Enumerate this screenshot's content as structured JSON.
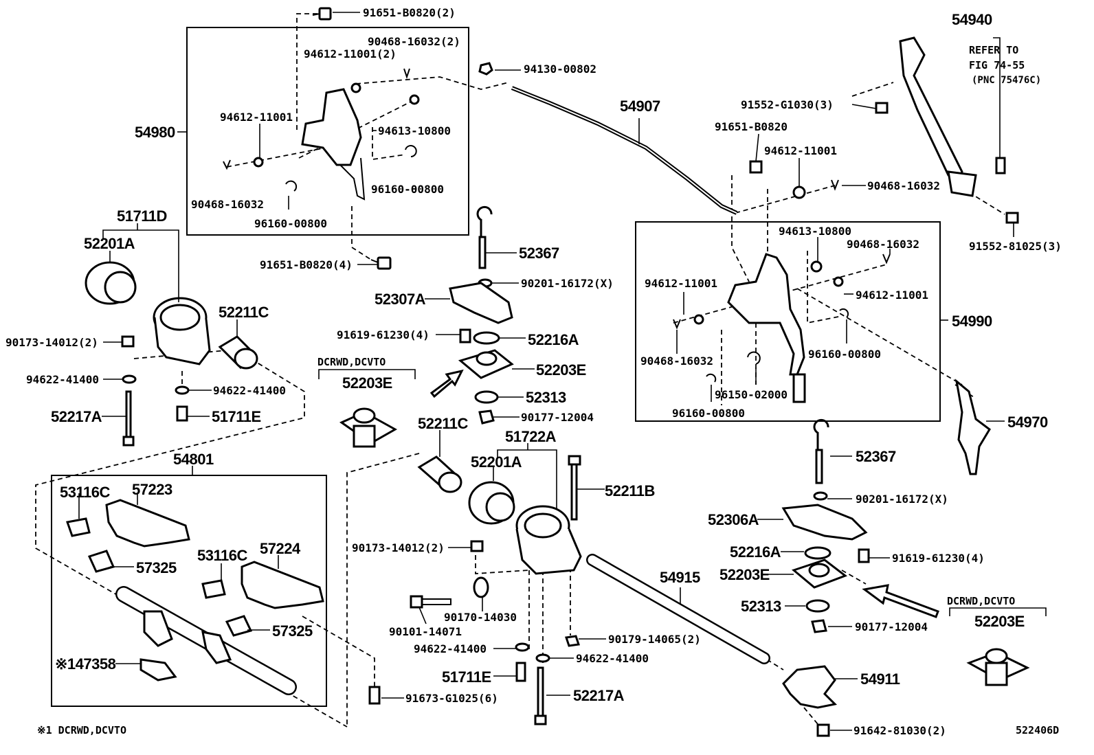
{
  "diagram": {
    "figure_number": "522406D",
    "footnote": "※1 DCRWD,DCVTO",
    "labels": {
      "p1": "91651-B0820(2)",
      "p2": "90468-16032(2)",
      "p3": "94612-11001(2)",
      "p4": "94130-00802",
      "p5": "54907",
      "p6": "54940",
      "p7a": "REFER TO",
      "p7b": "FIG 74-55",
      "p7c": "(PNC 75476C)",
      "p8": "54980",
      "p9": "94612-11001",
      "p10": "94613-10800",
      "p11": "96160-00800",
      "p12": "90468-16032",
      "p13": "96160-00800",
      "p14": "91651-B0820(4)",
      "p15": "91552-G1030(3)",
      "p16": "91651-B0820",
      "p17": "94612-11001",
      "p18": "90468-16032",
      "p19": "91552-81025(3)",
      "p20": "51711D",
      "p21": "52201A",
      "p22": "52211C",
      "p23": "90173-14012(2)",
      "p24": "94622-41400",
      "p25": "94622-41400",
      "p26": "52217A",
      "p27": "51711E",
      "p28": "52367",
      "p29": "90201-16172(X)",
      "p30": "52307A",
      "p31": "91619-61230(4)",
      "p32": "52216A",
      "p33": "DCRWD,DCVTO",
      "p34": "52203E",
      "p35": "52203E",
      "p36": "52313",
      "p37": "90177-12004",
      "p38": "94613-10800",
      "p39": "90468-16032",
      "p40": "94612-11001",
      "p41": "94612-11001",
      "p42": "54990",
      "p43": "90468-16032",
      "p44": "96160-00800",
      "p45": "96150-02000",
      "p46": "96160-00800",
      "p47": "54970",
      "p48": "54801",
      "p49": "52211C",
      "p50": "51722A",
      "p51": "52201A",
      "p52": "52211B",
      "p53": "53116C",
      "p54": "57223",
      "p55": "57325",
      "p56": "53116C",
      "p57": "57224",
      "p58": "57325",
      "p59": "※147358",
      "p60": "90173-14012(2)",
      "p61": "90170-14030",
      "p62": "90101-14071",
      "p63": "94622-41400",
      "p64": "51711E",
      "p65": "91673-G1025(6)",
      "p66": "90179-14065(2)",
      "p67": "94622-41400",
      "p68": "52217A",
      "p69": "54915",
      "p70": "54911",
      "p71": "91642-81030(2)",
      "p72": "52367",
      "p73": "90201-16172(X)",
      "p74": "52306A",
      "p75": "52216A",
      "p76": "91619-61230(4)",
      "p77": "52203E",
      "p78": "52313",
      "p79": "90177-12004",
      "p80": "DCRWD,DCVTO",
      "p81": "52203E"
    }
  }
}
